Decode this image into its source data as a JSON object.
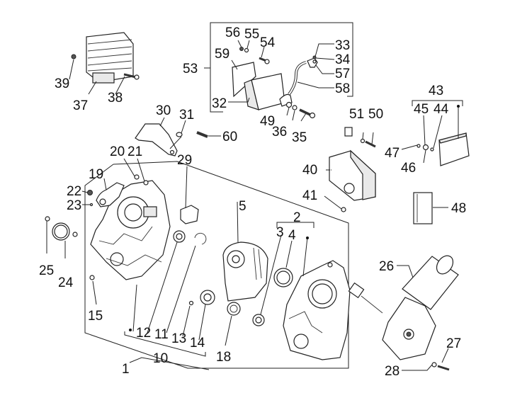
{
  "diagram": {
    "type": "exploded-parts-diagram",
    "callouts": [
      {
        "id": "c1",
        "label": "1"
      },
      {
        "id": "c2",
        "label": "2"
      },
      {
        "id": "c3",
        "label": "3"
      },
      {
        "id": "c4",
        "label": "4"
      },
      {
        "id": "c5",
        "label": "5"
      },
      {
        "id": "c10",
        "label": "10"
      },
      {
        "id": "c11",
        "label": "11"
      },
      {
        "id": "c12",
        "label": "12"
      },
      {
        "id": "c13",
        "label": "13"
      },
      {
        "id": "c14",
        "label": "14"
      },
      {
        "id": "c15",
        "label": "15"
      },
      {
        "id": "c18",
        "label": "18"
      },
      {
        "id": "c19",
        "label": "19"
      },
      {
        "id": "c20",
        "label": "20"
      },
      {
        "id": "c21",
        "label": "21"
      },
      {
        "id": "c22",
        "label": "22"
      },
      {
        "id": "c23",
        "label": "23"
      },
      {
        "id": "c24",
        "label": "24"
      },
      {
        "id": "c25",
        "label": "25"
      },
      {
        "id": "c26",
        "label": "26"
      },
      {
        "id": "c27",
        "label": "27"
      },
      {
        "id": "c28",
        "label": "28"
      },
      {
        "id": "c29",
        "label": "29"
      },
      {
        "id": "c30",
        "label": "30"
      },
      {
        "id": "c31",
        "label": "31"
      },
      {
        "id": "c32",
        "label": "32"
      },
      {
        "id": "c33",
        "label": "33"
      },
      {
        "id": "c34",
        "label": "34"
      },
      {
        "id": "c35",
        "label": "35"
      },
      {
        "id": "c36",
        "label": "36"
      },
      {
        "id": "c37",
        "label": "37"
      },
      {
        "id": "c38",
        "label": "38"
      },
      {
        "id": "c39",
        "label": "39"
      },
      {
        "id": "c40",
        "label": "40"
      },
      {
        "id": "c41",
        "label": "41"
      },
      {
        "id": "c43",
        "label": "43"
      },
      {
        "id": "c44",
        "label": "44"
      },
      {
        "id": "c45",
        "label": "45"
      },
      {
        "id": "c46",
        "label": "46"
      },
      {
        "id": "c47",
        "label": "47"
      },
      {
        "id": "c48",
        "label": "48"
      },
      {
        "id": "c49",
        "label": "49"
      },
      {
        "id": "c50",
        "label": "50"
      },
      {
        "id": "c51",
        "label": "51"
      },
      {
        "id": "c53",
        "label": "53"
      },
      {
        "id": "c54",
        "label": "54"
      },
      {
        "id": "c55",
        "label": "55"
      },
      {
        "id": "c56",
        "label": "56"
      },
      {
        "id": "c57",
        "label": "57"
      },
      {
        "id": "c58",
        "label": "58"
      },
      {
        "id": "c59",
        "label": "59"
      },
      {
        "id": "c60",
        "label": "60"
      }
    ]
  }
}
